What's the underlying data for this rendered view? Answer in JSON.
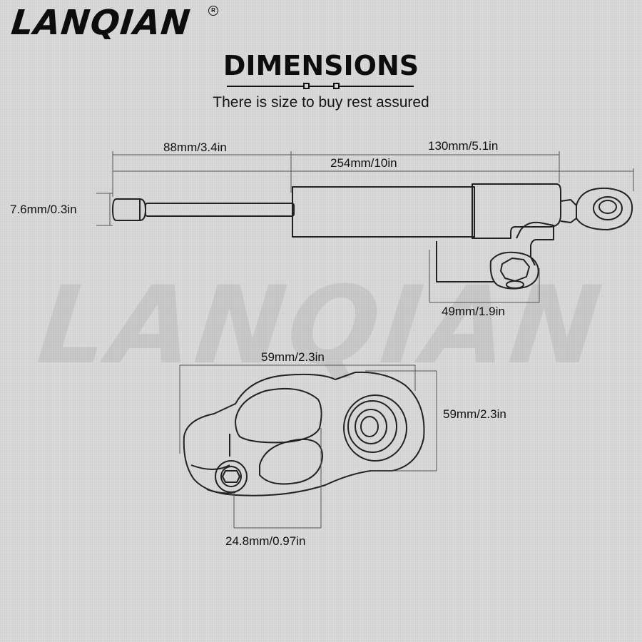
{
  "brand": {
    "logo_text": "LANQIAN",
    "registered_mark": "R",
    "watermark_text": "LANQIAN"
  },
  "header": {
    "title": "DIMENSIONS",
    "subtitle": "There is size to buy rest assured"
  },
  "dimensions": {
    "rod_length": "88mm/3.4in",
    "body_length": "130mm/5.1in",
    "total_length": "254mm/10in",
    "rod_diameter": "7.6mm/0.3in",
    "bracket_height": "49mm/1.9in",
    "clamp_width": "59mm/2.3in",
    "clamp_height": "59mm/2.3in",
    "clamp_bore": "24.8mm/0.97in"
  },
  "colors": {
    "background": "#d7d7d7",
    "line": "#222222",
    "dimension_line": "#555555"
  }
}
